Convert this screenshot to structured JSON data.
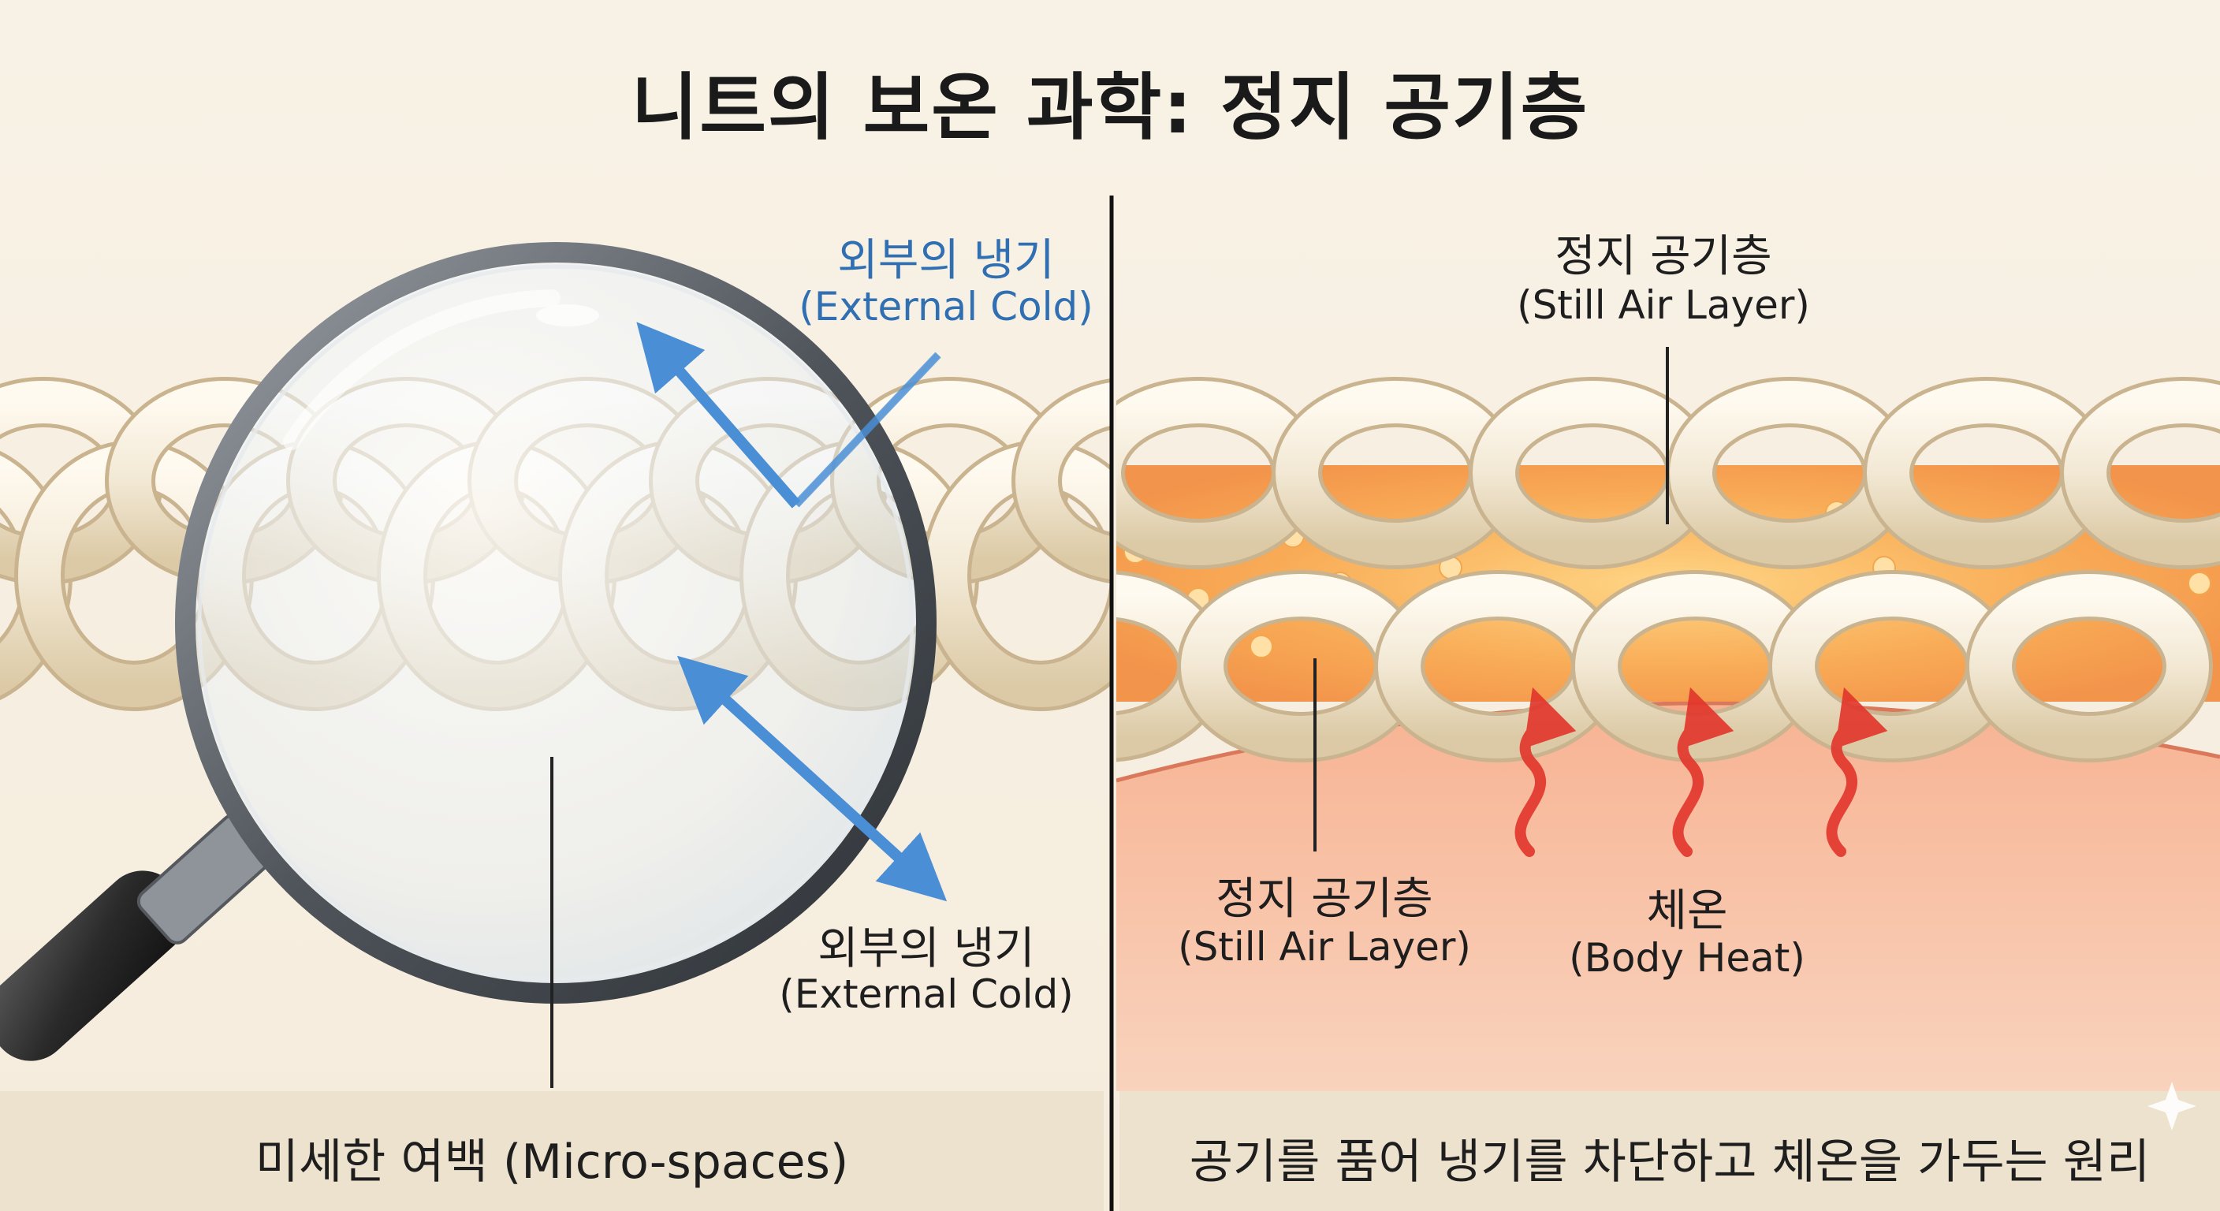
{
  "title": "니트의 보온 과학: 정지 공기층",
  "left_panel": {
    "cold_top": {
      "ko": "외부의 냉기",
      "en": "(External Cold)"
    },
    "cold_bottom": {
      "ko": "외부의 냉기",
      "en": "(External Cold)"
    },
    "caption": "미세한 여백 (Micro-spaces)"
  },
  "right_panel": {
    "air_top": {
      "ko": "정지 공기층",
      "en": "(Still Air Layer)"
    },
    "air_bottom": {
      "ko": "정지 공기층",
      "en": "(Still Air Layer)"
    },
    "body_heat": {
      "ko": "체온",
      "en": "(Body Heat)"
    },
    "caption": "공기를 품어 냉기를 차단하고 체온을 가두는 원리"
  },
  "colors": {
    "background": "#f6efe1",
    "yarn": "#f3ead6",
    "yarn_outline": "#c9b48f",
    "cold_arrow": "#4a8fd6",
    "heat_arrow": "#e2352b",
    "skin": "#f6a98c",
    "warm_air": "#f7a23a"
  },
  "icons": [
    "magnifying-glass-icon",
    "cold-arrow-icon",
    "heat-wave-arrow-icon"
  ]
}
